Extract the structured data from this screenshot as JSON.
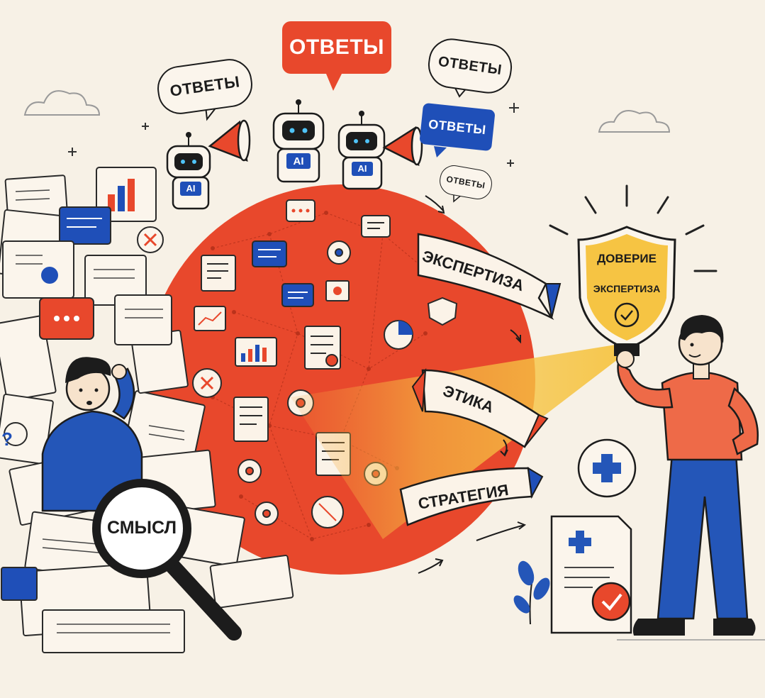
{
  "colors": {
    "background": "#f7f1e6",
    "sphere": "#e8482c",
    "blue": "#1f4fb8",
    "yellow": "#f6c443",
    "ink": "#1c1c1c"
  },
  "bubbles": {
    "top_center": "ОТВЕТЫ",
    "top_left": "ОТВЕТЫ",
    "top_right": "ОТВЕТЫ",
    "right_blue": "ОТВЕТЫ",
    "right_small": "ОТВЕТЫ"
  },
  "robots": {
    "badge_left": "AI",
    "badge_center": "AI",
    "badge_right": "AI"
  },
  "ribbons": {
    "expertise": "ЭКСПЕРТИЗА",
    "ethics": "ЭТИКА",
    "strategy": "СТРАТЕГИЯ"
  },
  "shield": {
    "line1": "ДОВЕРИЕ",
    "line2": "ЭКСПЕРТИЗА"
  },
  "magnifier": {
    "label": "СМЫСЛ"
  },
  "icons": [
    "cloud-icon",
    "plus-icon",
    "check-icon",
    "megaphone-icon",
    "question-icon",
    "cross-icon",
    "gear-icon",
    "chart-icon",
    "document-icon",
    "plant-icon"
  ]
}
